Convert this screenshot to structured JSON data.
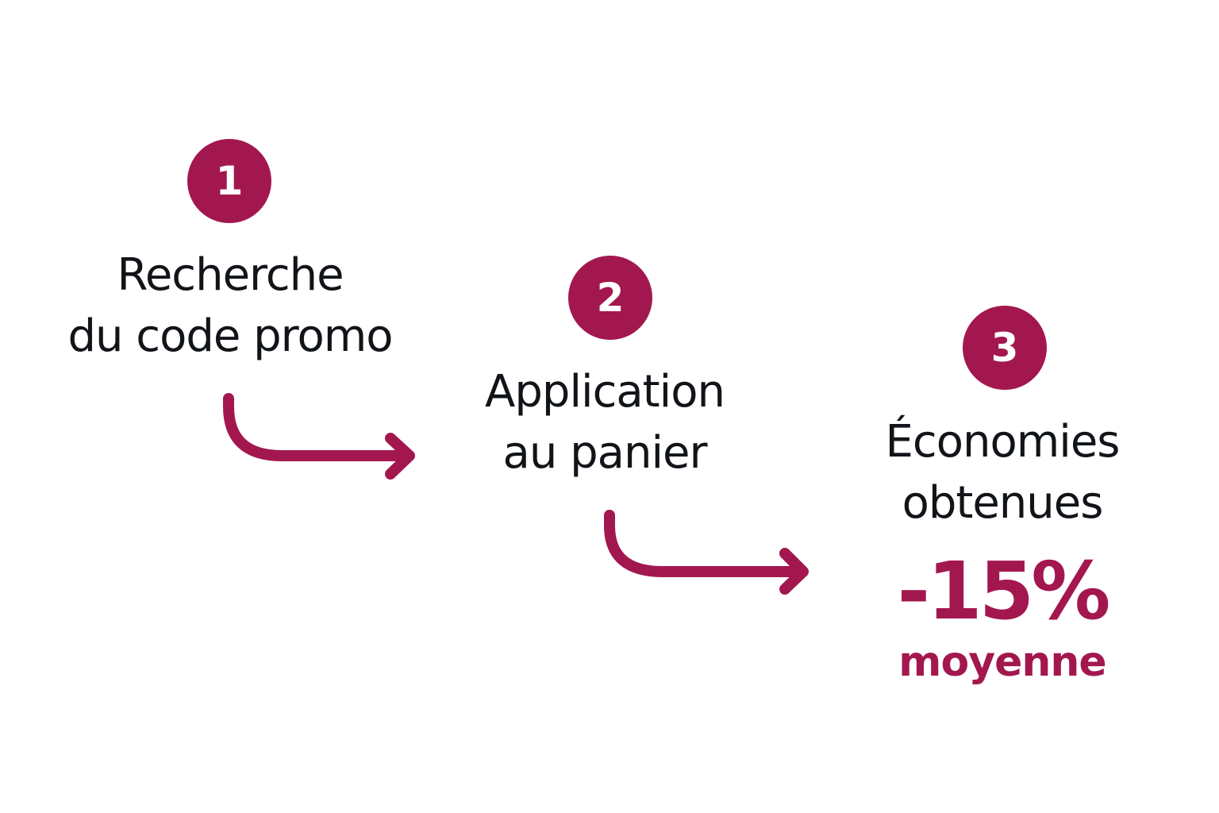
{
  "accent_color": "#a3174f",
  "text_color": "#111418",
  "steps": [
    {
      "number": "1",
      "label_line1": "Recherche",
      "label_line2": "du code promo"
    },
    {
      "number": "2",
      "label_line1": "Application",
      "label_line2": "au panier"
    },
    {
      "number": "3",
      "label_line1": "Économies",
      "label_line2": "obtenues"
    }
  ],
  "result": {
    "value": "-15%",
    "caption": "moyenne"
  },
  "arrows": [
    {
      "from": "1",
      "to": "2",
      "icon": "curved-arrow-right-icon"
    },
    {
      "from": "2",
      "to": "3",
      "icon": "curved-arrow-right-icon"
    }
  ]
}
